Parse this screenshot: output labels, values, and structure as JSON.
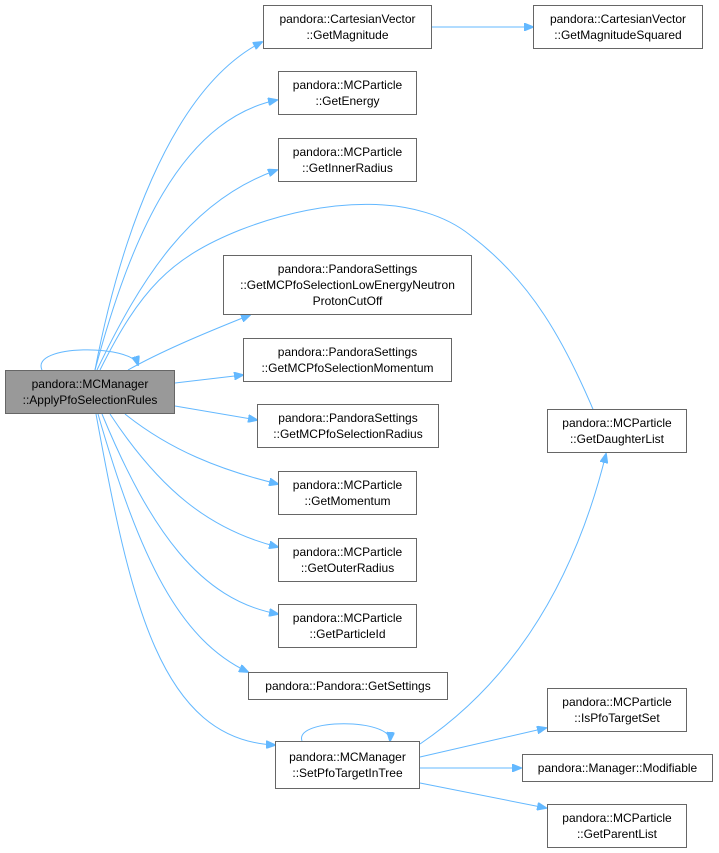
{
  "colors": {
    "edge": "#63b8ff",
    "node_border": "#666666",
    "root_fill": "#999999",
    "node_fill": "#ffffff"
  },
  "nodes": {
    "root": [
      "pandora::MCManager",
      "::ApplyPfoSelectionRules"
    ],
    "get_magnitude": [
      "pandora::CartesianVector",
      "::GetMagnitude"
    ],
    "get_magnitude_squared": [
      "pandora::CartesianVector",
      "::GetMagnitudeSquared"
    ],
    "get_energy": [
      "pandora::MCParticle",
      "::GetEnergy"
    ],
    "get_inner_radius": [
      "pandora::MCParticle",
      "::GetInnerRadius"
    ],
    "low_energy_cutoff": [
      "pandora::PandoraSettings",
      "::GetMCPfoSelectionLowEnergyNeutron",
      "ProtonCutOff"
    ],
    "selection_momentum": [
      "pandora::PandoraSettings",
      "::GetMCPfoSelectionMomentum"
    ],
    "selection_radius": [
      "pandora::PandoraSettings",
      "::GetMCPfoSelectionRadius"
    ],
    "get_daughter_list": [
      "pandora::MCParticle",
      "::GetDaughterList"
    ],
    "get_momentum": [
      "pandora::MCParticle",
      "::GetMomentum"
    ],
    "get_outer_radius": [
      "pandora::MCParticle",
      "::GetOuterRadius"
    ],
    "get_particle_id": [
      "pandora::MCParticle",
      "::GetParticleId"
    ],
    "get_settings": [
      "pandora::Pandora::GetSettings"
    ],
    "set_pfo_target": [
      "pandora::MCManager",
      "::SetPfoTargetInTree"
    ],
    "is_pfo_target_set": [
      "pandora::MCParticle",
      "::IsPfoTargetSet"
    ],
    "modifiable": [
      "pandora::Manager::Modifiable"
    ],
    "get_parent_list": [
      "pandora::MCParticle",
      "::GetParentList"
    ]
  }
}
